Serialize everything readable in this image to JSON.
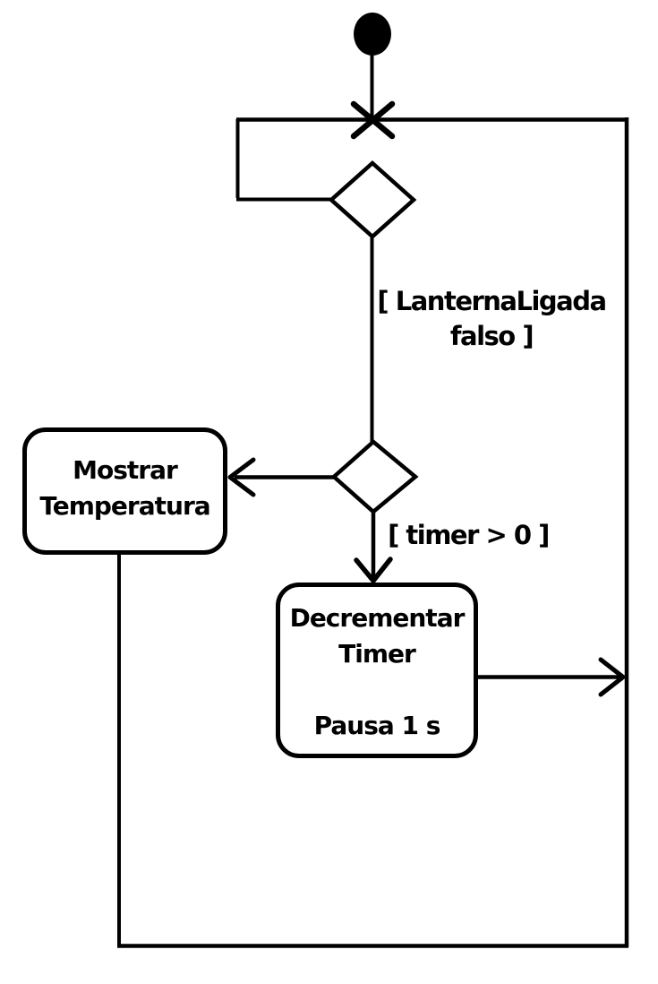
{
  "colors": {
    "line": "#000000",
    "background": "#ffffff"
  },
  "nodes": {
    "mostrar": {
      "line1": "Mostrar",
      "line2": "Temperatura"
    },
    "decrementar": {
      "line1": "Decrementar",
      "line2": "Timer",
      "line3": "Pausa 1 s"
    }
  },
  "guards": {
    "lanterna_line1": "[ LanternaLigada",
    "lanterna_line2": "falso ]",
    "timer": "[ timer > 0 ]"
  }
}
